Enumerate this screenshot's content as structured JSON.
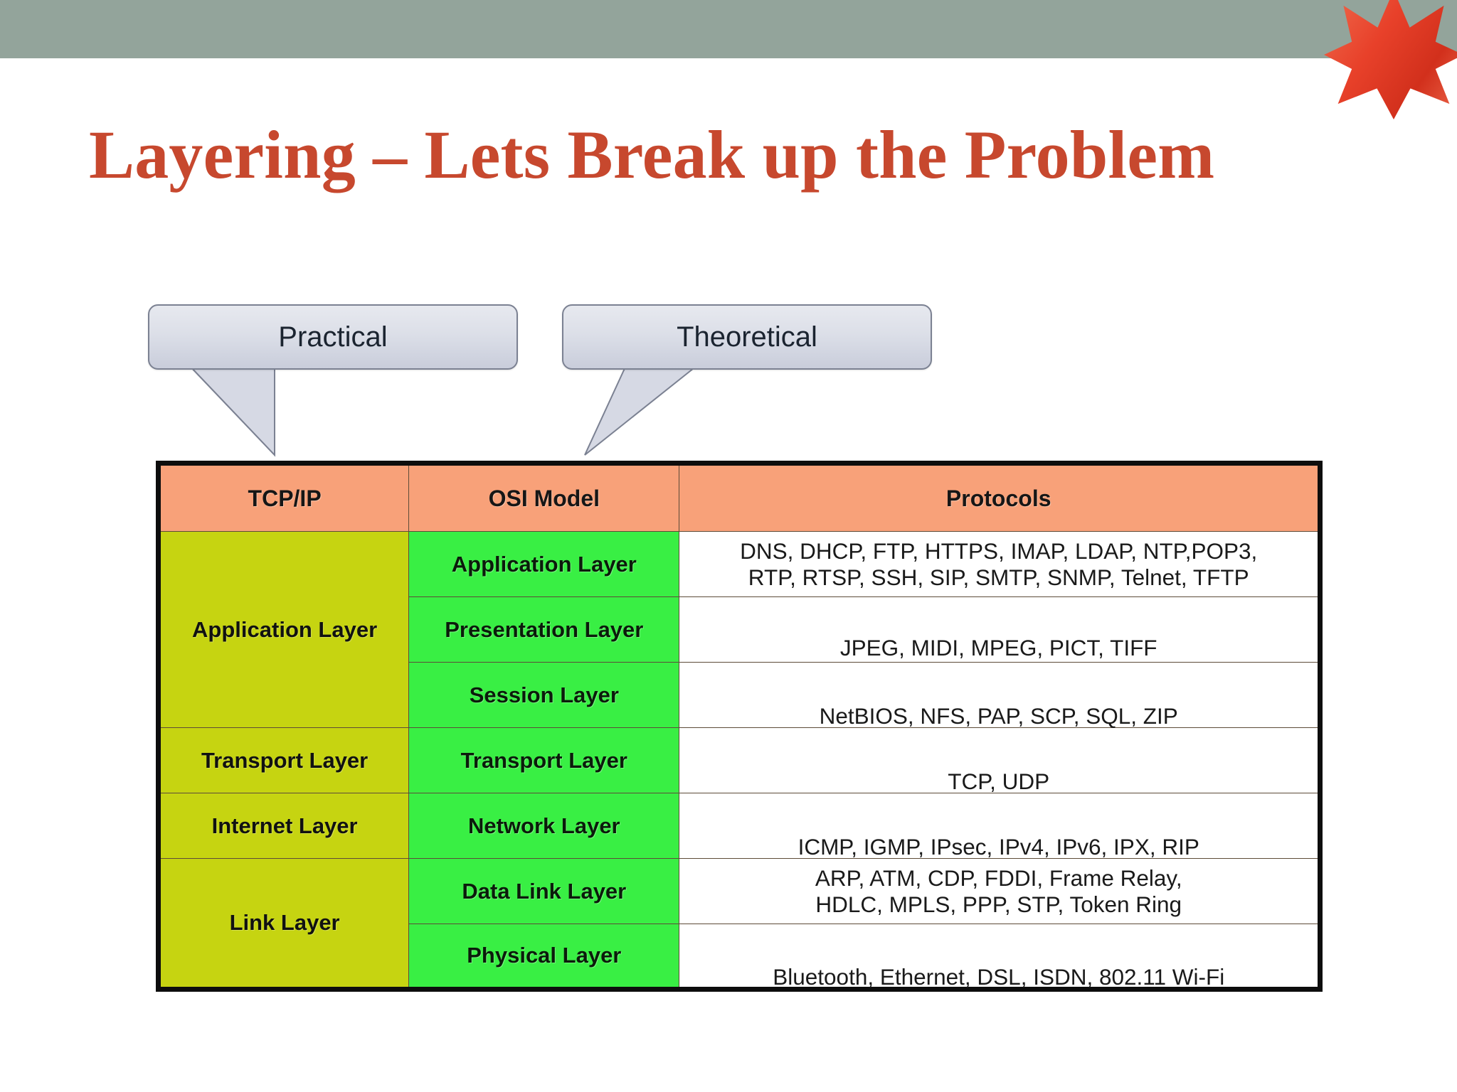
{
  "slide": {
    "title": "Layering – Lets Break up the Problem",
    "title_color": "#c7482e",
    "band_color": "#93a49b",
    "star_color": "#e8412a",
    "star_icon": "seven-point-star-icon"
  },
  "callouts": [
    {
      "id": "practical",
      "label": "Practical",
      "tail_direction": "down-right"
    },
    {
      "id": "theoretical",
      "label": "Theoretical",
      "tail_direction": "down-left"
    }
  ],
  "table": {
    "colors": {
      "header_bg": "#f8a179",
      "tcpip_bg": "#c6d411",
      "osi_bg": "#39ef44",
      "protocols_bg": "#ffffff",
      "border": "#0d0d0d"
    },
    "headers": [
      "TCP/IP",
      "OSI Model",
      "Protocols"
    ],
    "rows": [
      {
        "tcpip": "Application Layer",
        "tcpip_rowspan": 3,
        "osi": "Application Layer",
        "protocols": "DNS, DHCP, FTP, HTTPS, IMAP, LDAP, NTP,POP3, RTP, RTSP, SSH, SIP, SMTP, SNMP, Telnet, TFTP",
        "protocols_line1": "DNS, DHCP, FTP, HTTPS, IMAP, LDAP, NTP,POP3,",
        "protocols_line2": "RTP, RTSP, SSH, SIP, SMTP, SNMP, Telnet, TFTP"
      },
      {
        "osi": "Presentation Layer",
        "protocols": "JPEG, MIDI, MPEG, PICT, TIFF",
        "protocols_line1": "JPEG, MIDI, MPEG, PICT, TIFF",
        "protocols_line2": ""
      },
      {
        "osi": "Session Layer",
        "protocols": "NetBIOS, NFS, PAP, SCP, SQL, ZIP",
        "protocols_line1": "NetBIOS, NFS, PAP, SCP, SQL, ZIP",
        "protocols_line2": ""
      },
      {
        "tcpip": "Transport Layer",
        "tcpip_rowspan": 1,
        "osi": "Transport Layer",
        "protocols": "TCP, UDP",
        "protocols_line1": "TCP, UDP",
        "protocols_line2": ""
      },
      {
        "tcpip": "Internet Layer",
        "tcpip_rowspan": 1,
        "osi": "Network Layer",
        "protocols": "ICMP, IGMP, IPsec, IPv4, IPv6, IPX, RIP",
        "protocols_line1": "ICMP, IGMP, IPsec, IPv4, IPv6,  IPX, RIP",
        "protocols_line2": ""
      },
      {
        "tcpip": "Link Layer",
        "tcpip_rowspan": 2,
        "osi": "Data Link Layer",
        "protocols": "ARP, ATM, CDP, FDDI, Frame Relay, HDLC, MPLS, PPP, STP, Token Ring",
        "protocols_line1": "ARP, ATM, CDP, FDDI, Frame Relay,",
        "protocols_line2": "HDLC, MPLS, PPP, STP, Token Ring"
      },
      {
        "osi": "Physical Layer",
        "protocols": "Bluetooth, Ethernet, DSL, ISDN, 802.11 Wi-Fi",
        "protocols_line1": "Bluetooth, Ethernet, DSL, ISDN, 802.11 Wi-Fi",
        "protocols_line2": ""
      }
    ]
  }
}
